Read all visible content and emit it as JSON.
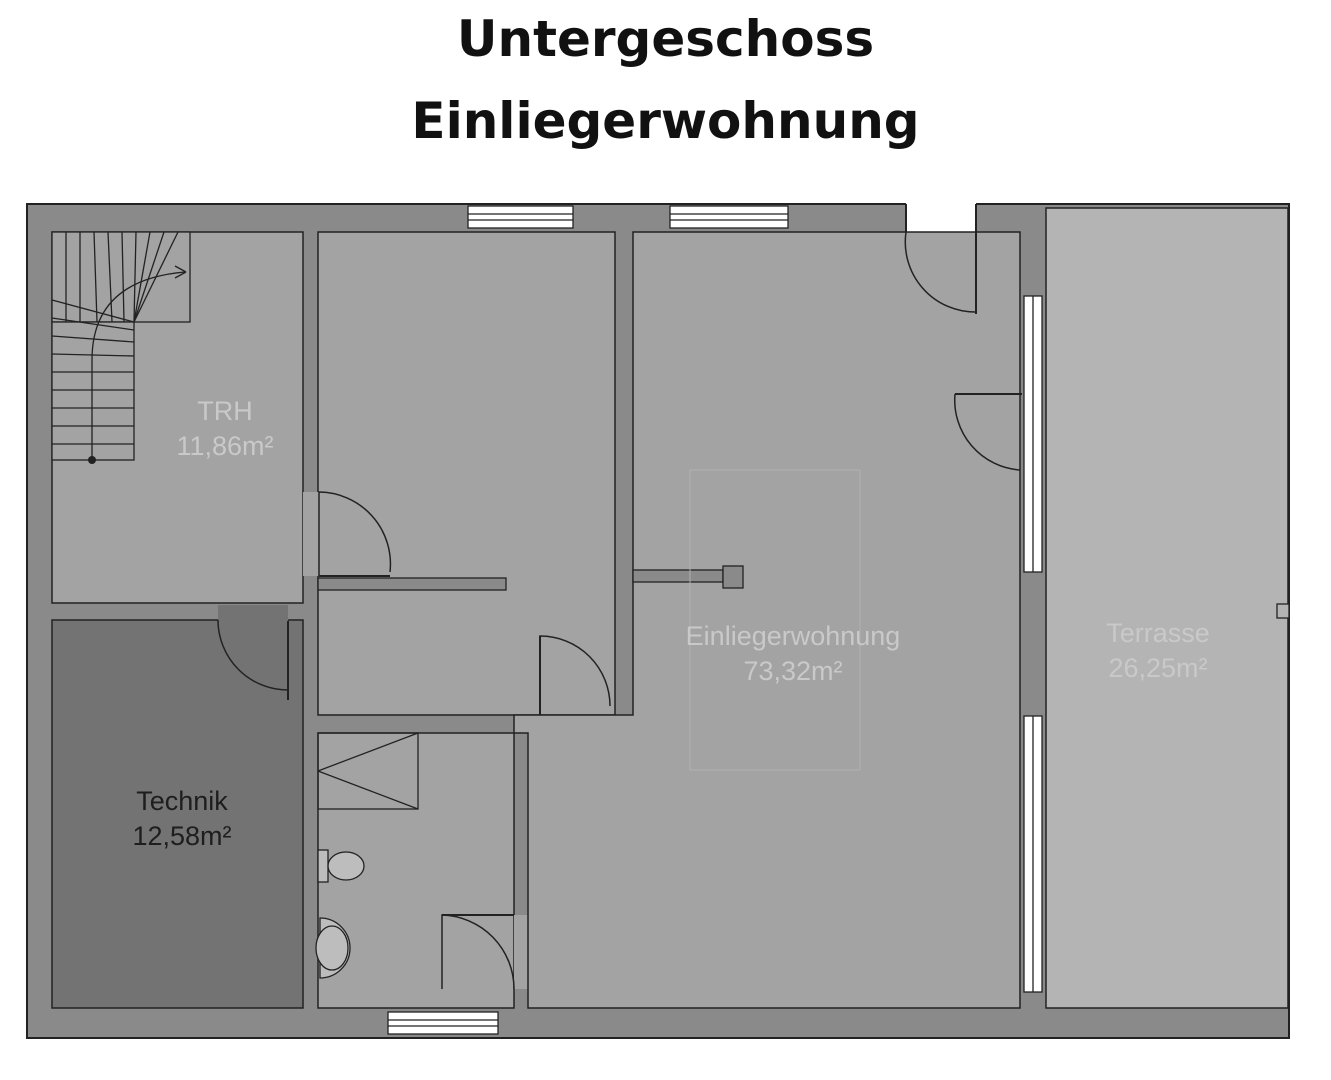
{
  "title": {
    "line1": "Untergeschoss",
    "line2": "Einliegerwohnung"
  },
  "rooms": {
    "trh": {
      "name": "TRH",
      "area": "11,86m²"
    },
    "technik": {
      "name": "Technik",
      "area": "12,58m²"
    },
    "einliegerwohnung": {
      "name": "Einliegerwohnung",
      "area": "73,32m²"
    },
    "terrasse": {
      "name": "Terrasse",
      "area": "26,25m²"
    }
  },
  "colors": {
    "wall": "#8a8a8a",
    "floor": "#a3a3a3",
    "technik": "#737373",
    "terrasse": "#b4b4b4",
    "line": "#222222",
    "label_light": "#c9c9c9",
    "label_dark": "#1e1e1e",
    "title": "#111111"
  }
}
